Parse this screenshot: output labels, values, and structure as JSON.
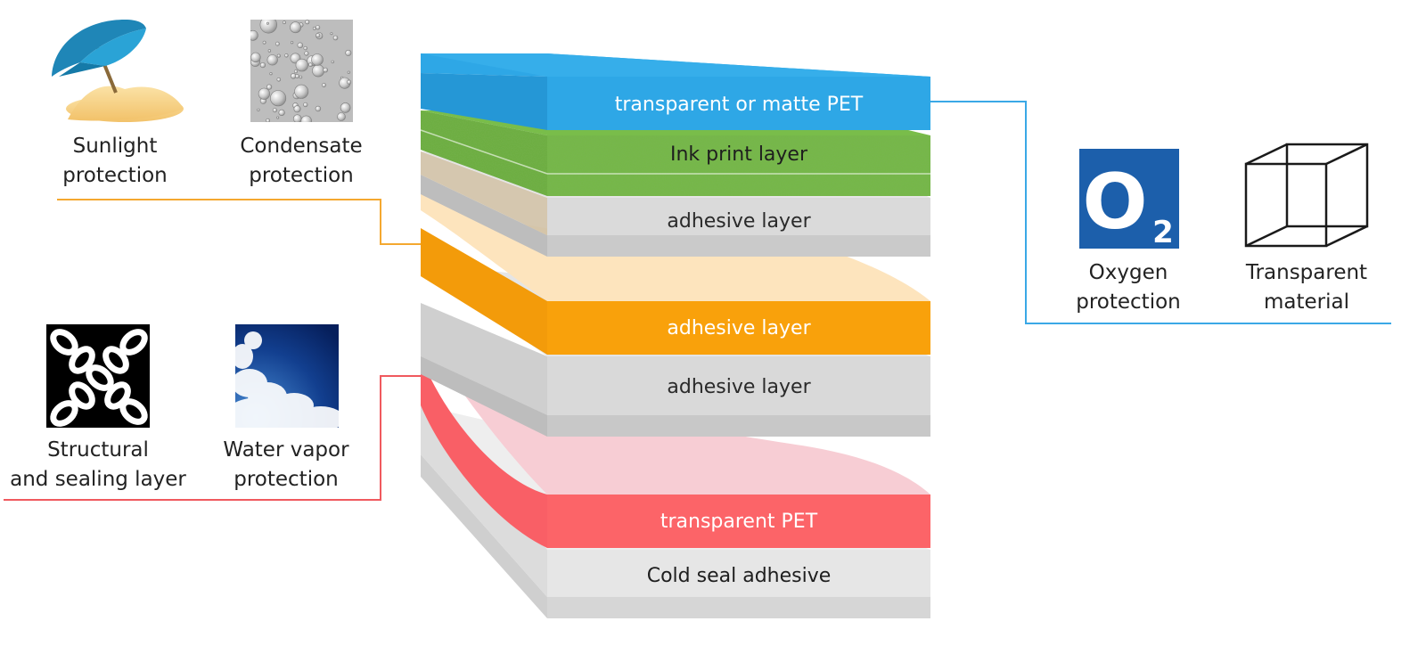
{
  "layers": [
    {
      "label": "transparent or matte PET",
      "color": "#2ea7e6",
      "text_color": "#ffffff"
    },
    {
      "label": "Ink print layer",
      "color": "#74b845",
      "text_color": "#1e1e1e"
    },
    {
      "label": "adhesive layer",
      "color": "#d6d6d6",
      "text_color": "#2a2a2a"
    },
    {
      "label": "adhesive layer",
      "color": "#f9a10b",
      "text_color": "#ffffff"
    },
    {
      "label": "adhesive layer",
      "color": "#d9d9d9",
      "text_color": "#2a2a2a"
    },
    {
      "label": "transparent PET",
      "color": "#fc6468",
      "text_color": "#ffffff"
    },
    {
      "label": "Cold seal adhesive",
      "color": "#e6e6e6",
      "text_color": "#1e1e1e"
    }
  ],
  "left_top": {
    "connector_color": "#f4a830",
    "items": [
      {
        "icon": "beach-umbrella-icon",
        "line1": "Sunlight",
        "line2": "protection"
      },
      {
        "icon": "water-droplets-icon",
        "line1": "Condensate",
        "line2": "protection"
      }
    ]
  },
  "left_bottom": {
    "connector_color": "#f0595e",
    "items": [
      {
        "icon": "chain-icon",
        "line1": "Structural",
        "line2": "and sealing layer"
      },
      {
        "icon": "sky-clouds-icon",
        "line1": "Water vapor",
        "line2": "protection"
      }
    ]
  },
  "right": {
    "connector_color": "#3aa8e6",
    "o2_symbol": "O",
    "o2_subscript": "2",
    "items": [
      {
        "icon": "o2-icon",
        "line1": "Oxygen",
        "line2": "protection"
      },
      {
        "icon": "wireframe-cube-icon",
        "line1": "Transparent",
        "line2": "material"
      }
    ]
  }
}
